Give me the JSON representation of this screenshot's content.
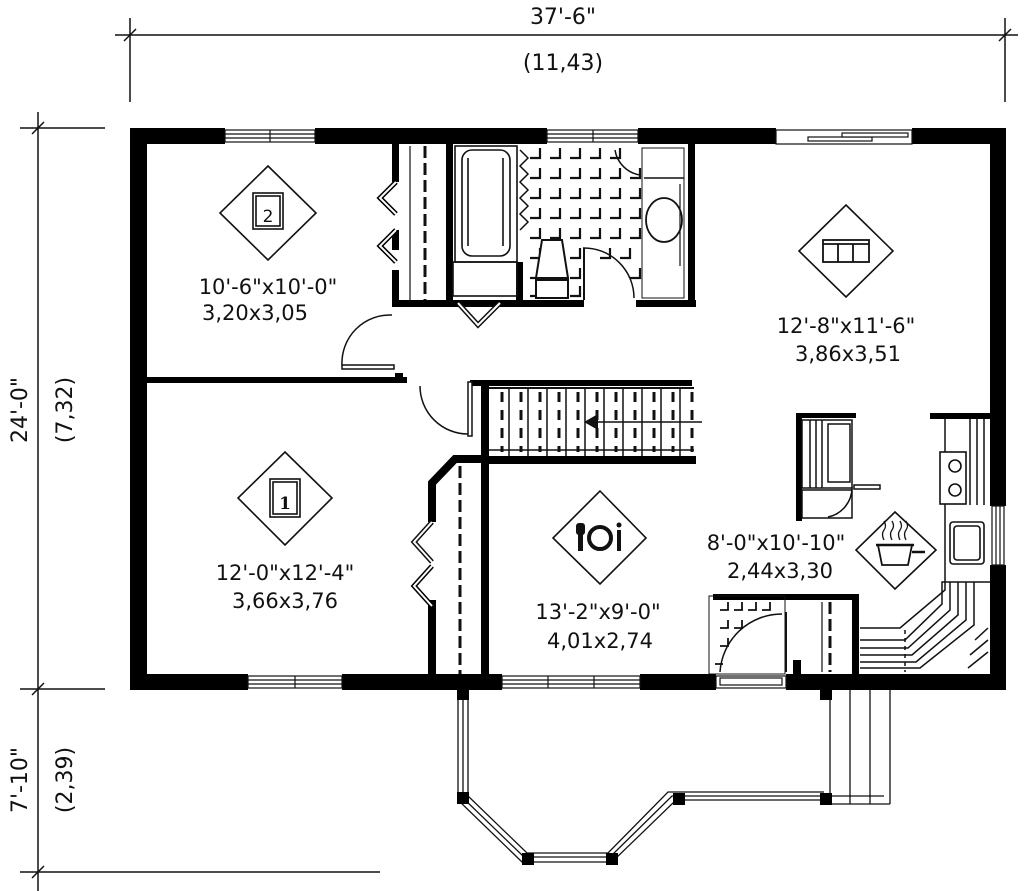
{
  "plan": {
    "overall_width": {
      "imperial": "37'-6\"",
      "metric": "(11,43)"
    },
    "overall_depth": {
      "imperial": "24'-0\"",
      "metric": "(7,32)"
    },
    "porch_depth": {
      "imperial": "7'-10\"",
      "metric": "(2,39)"
    }
  },
  "rooms": [
    {
      "name": "bedroom-2",
      "icon": "bed-2-icon",
      "icon_label": "2",
      "imperial": "10'-6\"x10'-0\"",
      "metric": "3,20x3,05"
    },
    {
      "name": "living-room",
      "icon": "sofa-icon",
      "imperial": "12'-8\"x11'-6\"",
      "metric": "3,86x3,51"
    },
    {
      "name": "bedroom-1",
      "icon": "bed-1-icon",
      "icon_label": "1",
      "imperial": "12'-0\"x12'-4\"",
      "metric": "3,66x3,76"
    },
    {
      "name": "dining-room",
      "icon": "plate-cutlery-icon",
      "imperial": "13'-2\"x9'-0\"",
      "metric": "4,01x2,74"
    },
    {
      "name": "kitchen",
      "icon": "cooking-pot-icon",
      "imperial": "8'-0\"x10'-10\"",
      "metric": "2,44x3,30"
    }
  ],
  "colors": {
    "wall": "#000000",
    "line": "#111111",
    "background": "#ffffff"
  }
}
